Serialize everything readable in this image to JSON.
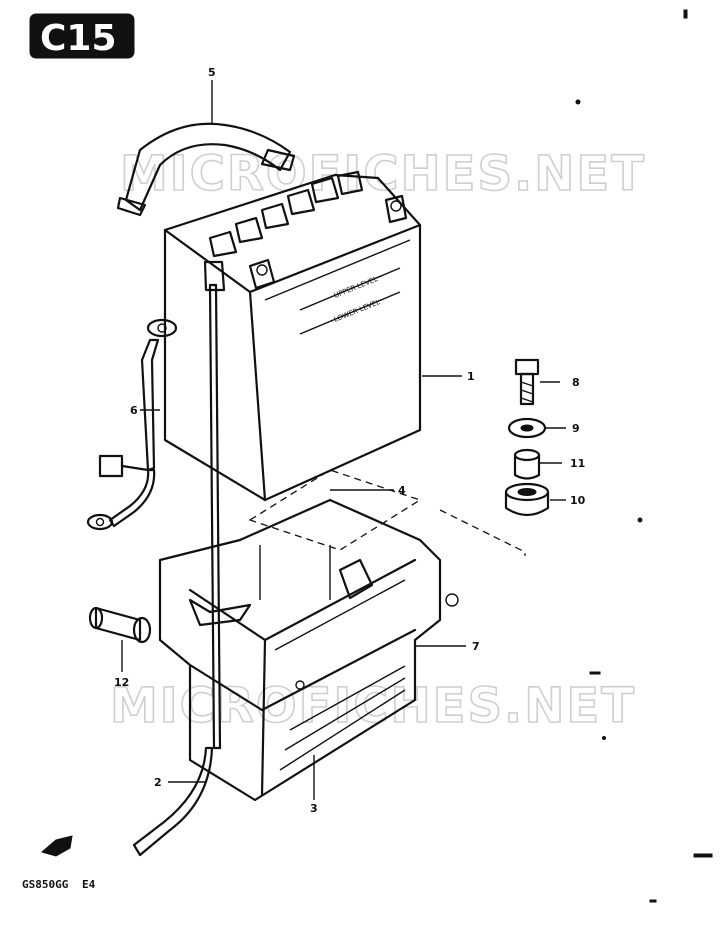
{
  "page_code": "C15",
  "watermark": "MICROFICHES.NET",
  "model_label": "GS850GG",
  "model_suffix": "E4",
  "battery_marks": {
    "upper": "UPPER LEVEL",
    "lower": "LOWER LEVEL"
  },
  "callouts": [
    {
      "id": "callout-1",
      "text": "1"
    },
    {
      "id": "callout-2",
      "text": "2"
    },
    {
      "id": "callout-3",
      "text": "3"
    },
    {
      "id": "callout-4",
      "text": "4"
    },
    {
      "id": "callout-5",
      "text": "5"
    },
    {
      "id": "callout-6",
      "text": "6"
    },
    {
      "id": "callout-7",
      "text": "7"
    },
    {
      "id": "callout-8",
      "text": "8"
    },
    {
      "id": "callout-9",
      "text": "9"
    },
    {
      "id": "callout-10",
      "text": "10"
    },
    {
      "id": "callout-11",
      "text": "11"
    },
    {
      "id": "callout-12",
      "text": "12"
    }
  ],
  "colors": {
    "ink": "#111111",
    "watermark": "#cfcfcf",
    "background": "#ffffff"
  }
}
